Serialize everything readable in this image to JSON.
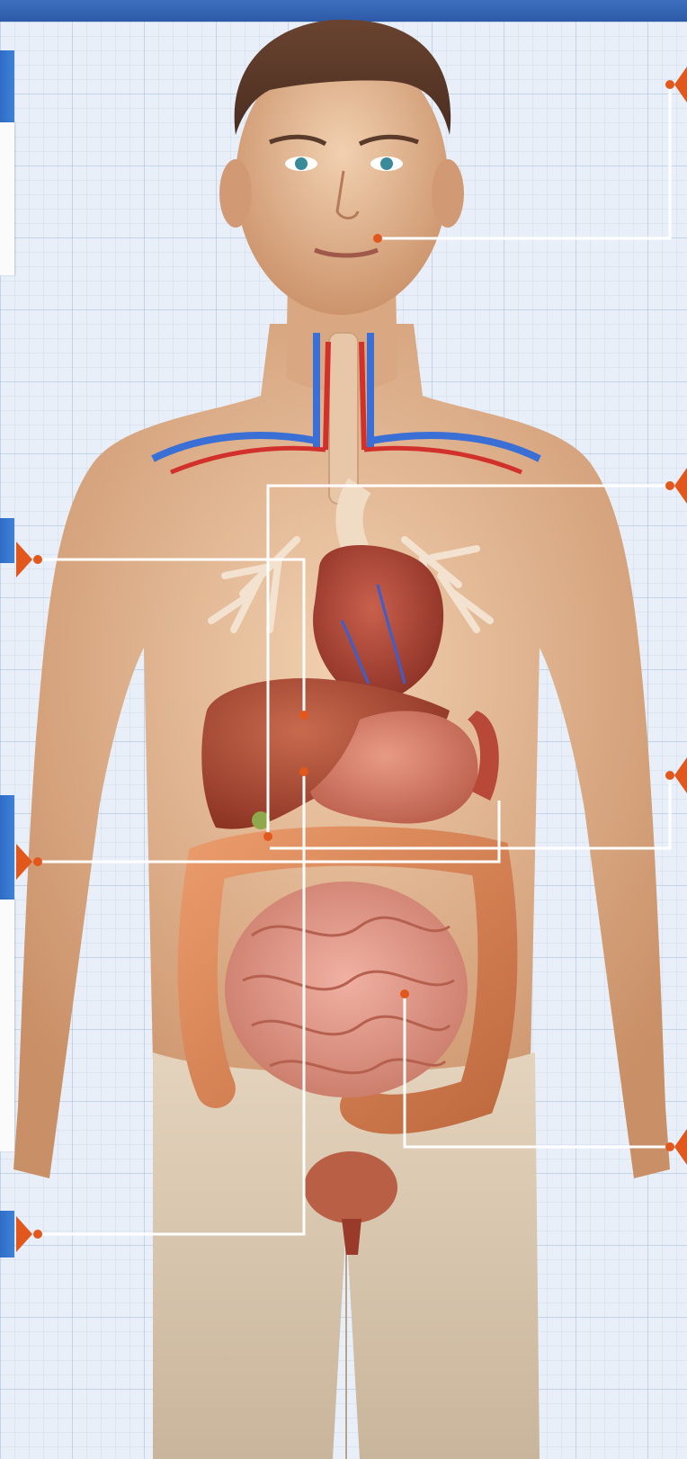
{
  "figure": {
    "subject": "male-torso-internal-organs",
    "pointers": [
      {
        "name": "face-pointer",
        "side": "right"
      },
      {
        "name": "lungs-pointer",
        "side": "right"
      },
      {
        "name": "stomach-pointer",
        "side": "right"
      },
      {
        "name": "small-intestine-pointer",
        "side": "right"
      },
      {
        "name": "liver-pointer",
        "side": "left"
      },
      {
        "name": "gallbladder-pointer",
        "side": "left"
      },
      {
        "name": "bladder-pointer",
        "side": "left"
      }
    ],
    "colors": {
      "accent": "#e2581c",
      "label_tab": "#2f6cc6",
      "leader_line": "#ffffff",
      "top_bar": "#2d5aa8"
    }
  }
}
